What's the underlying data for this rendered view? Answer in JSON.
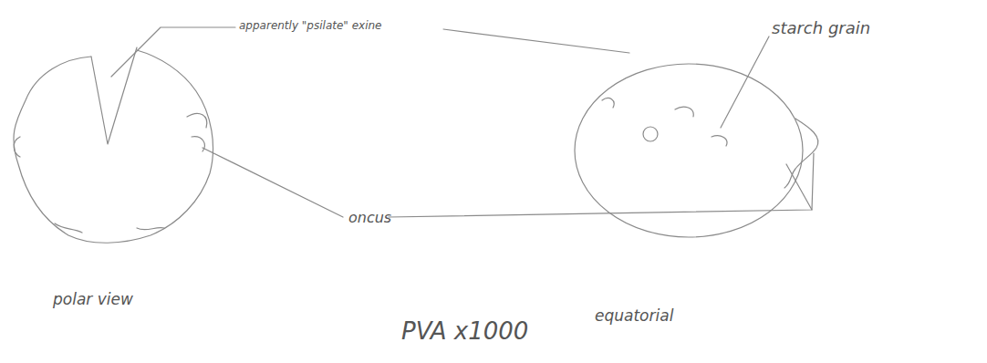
{
  "diagram": {
    "labels": [
      "apparently \"psilate\" exine",
      "starch grain",
      "oncus",
      "polar view",
      "equatorial",
      "PVA x1000"
    ]
  }
}
